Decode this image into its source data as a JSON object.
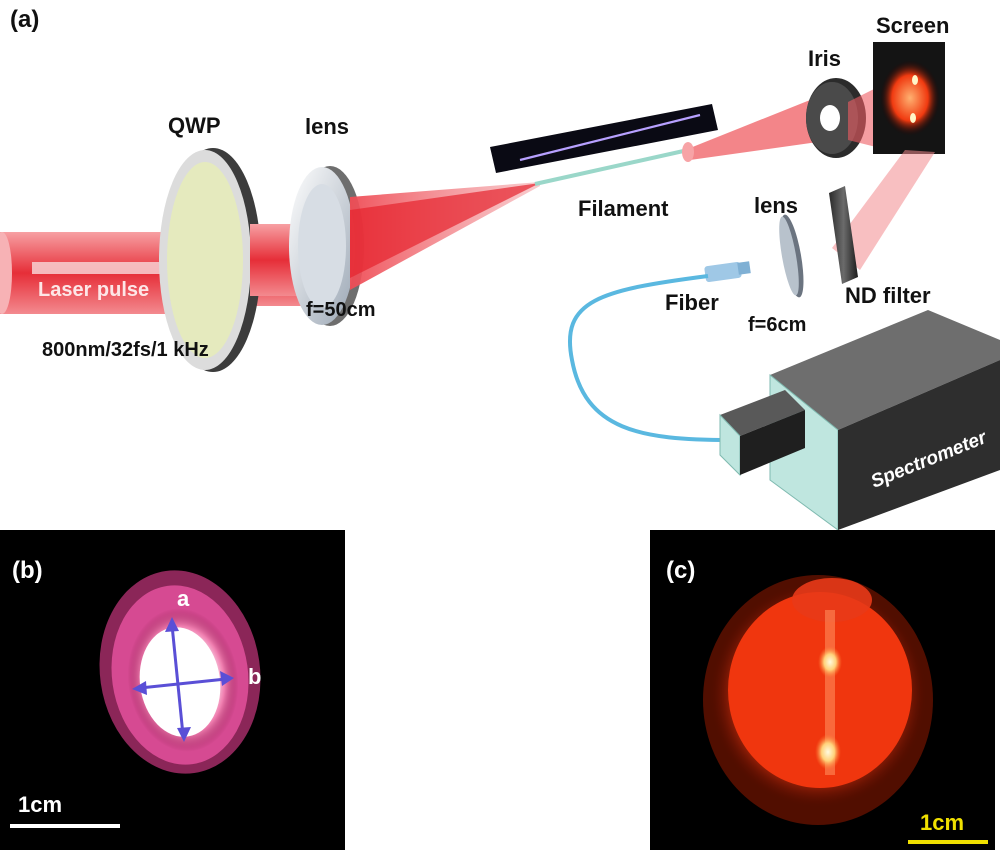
{
  "panel_a": {
    "label": "(a)",
    "laser_text": "Laser  pulse",
    "laser_spec": "800nm/32fs/1 kHz",
    "qwp": "QWP",
    "lens1": "lens",
    "lens1_focal": "f=50cm",
    "filament": "Filament",
    "iris": "Iris",
    "screen": "Screen",
    "lens2": "lens",
    "lens2_focal": "f=6cm",
    "nd_filter": "ND filter",
    "fiber": "Fiber",
    "spectrometer": "Spectrometer"
  },
  "panel_b": {
    "label": "(b)",
    "axis_a": "a",
    "axis_b": "b",
    "scale": "1cm"
  },
  "panel_c": {
    "label": "(c)",
    "scale": "1cm"
  },
  "colors": {
    "beam": "#e8333a",
    "arrow": "#5a4fd6",
    "scale_c": "#f0e000",
    "fiber": "#5ab8e0",
    "spectrometer_face": "#bfe6df"
  }
}
